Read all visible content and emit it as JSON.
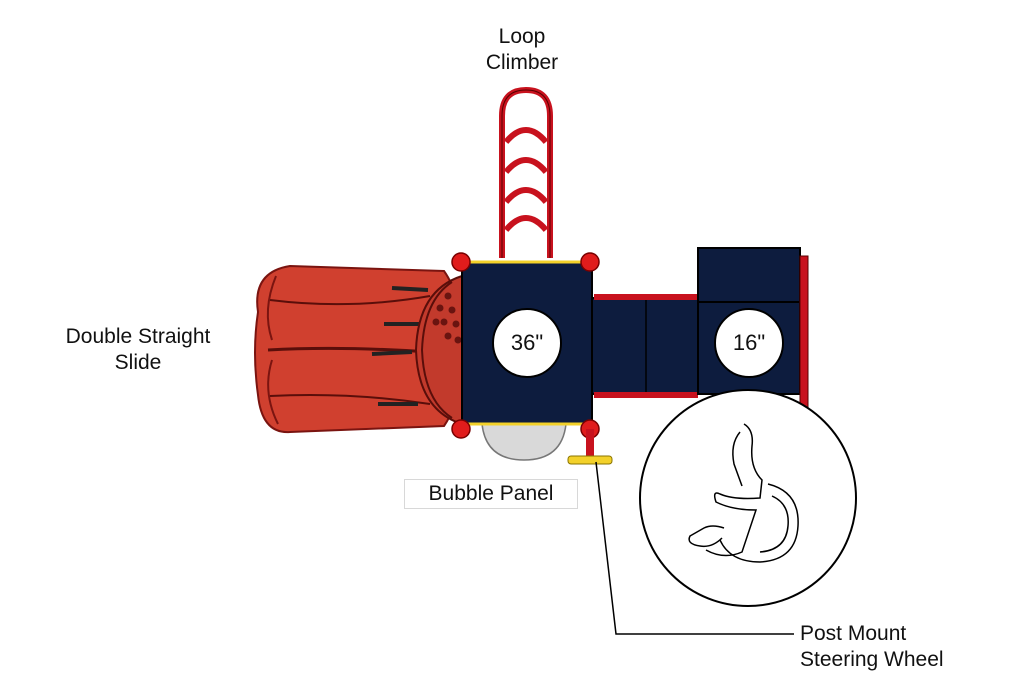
{
  "labels": {
    "loop_climber": [
      "Loop",
      "Climber"
    ],
    "double_slide": [
      "Double Straight",
      "Slide"
    ],
    "bubble_panel": "Bubble Panel",
    "steering_wheel": [
      "Post Mount",
      "Steering Wheel"
    ]
  },
  "decks": {
    "main": "36\"",
    "side": "16\""
  },
  "colors": {
    "deck": "#0d1c3e",
    "slide": "#d0402f",
    "frame": "#c8121e",
    "post_cap": "#e01c1c",
    "yellow": "#f3d12a",
    "bubble": "#d9d9d9"
  },
  "icons": [
    "wheelchair-accessibility-icon"
  ]
}
